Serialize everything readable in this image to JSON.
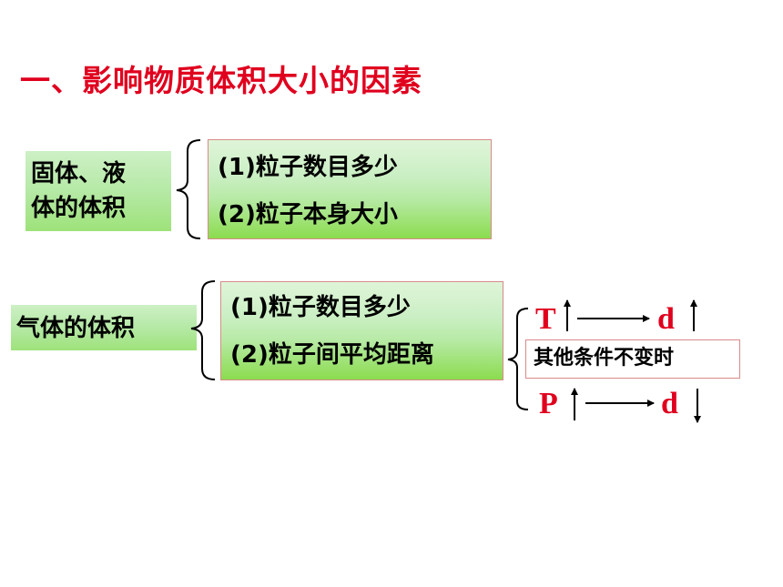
{
  "title": "一、影响物质体积大小的因素",
  "group1": {
    "label_line1": "固体、液",
    "label_line2": "体的体积",
    "items": [
      "(1)粒子数目多少",
      "(2)粒子本身大小"
    ]
  },
  "group2": {
    "label": "气体的体积",
    "items": [
      "(1)粒子数目多少",
      "(2)粒子间平均距离"
    ]
  },
  "relations": {
    "temperature": {
      "symbol": "T",
      "effect": "d"
    },
    "pressure": {
      "symbol": "P",
      "effect": "d"
    },
    "condition": "其他条件不变时"
  },
  "colors": {
    "accent": "#e0001e",
    "border": "#d88a8a",
    "gradient_bottom": "#8bdc4f"
  }
}
